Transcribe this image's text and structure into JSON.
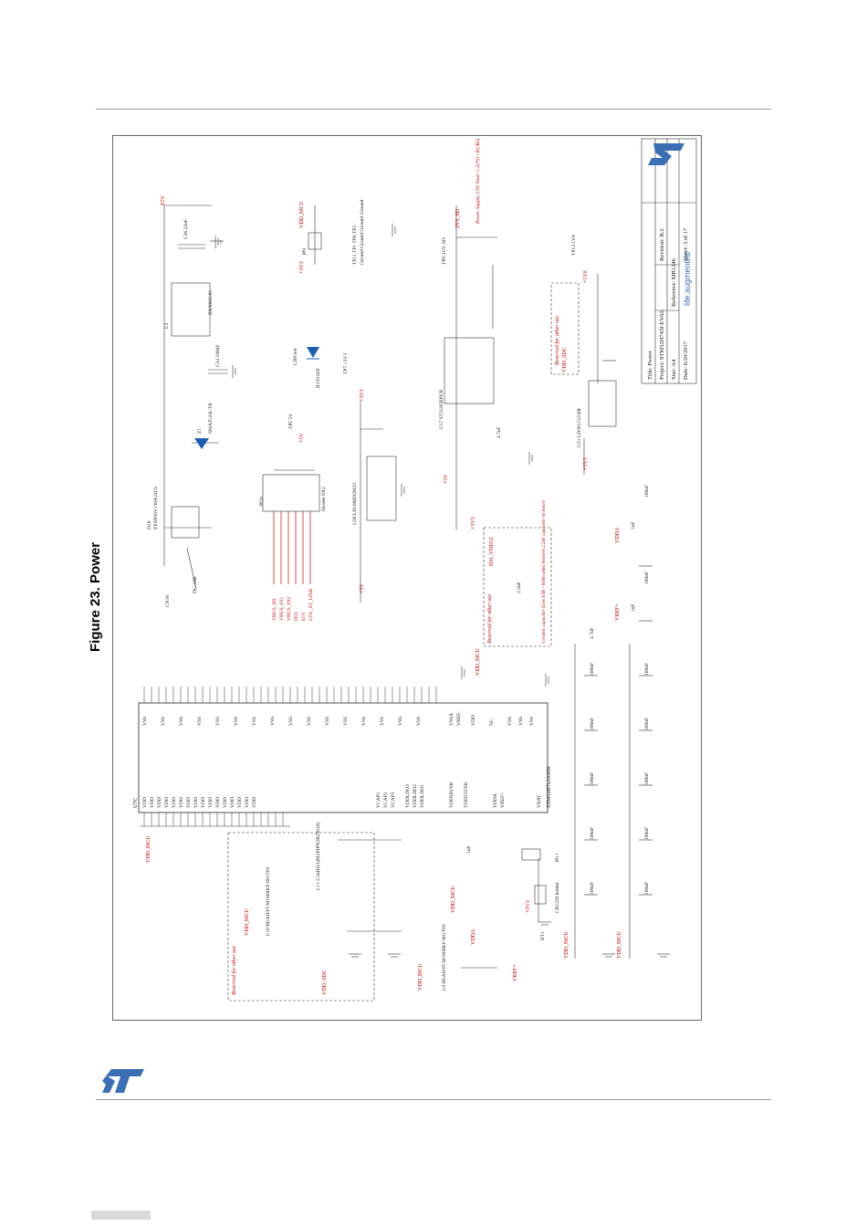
{
  "figure_title": "Figure 23. Power",
  "title_block": {
    "title": "Title: Power",
    "project": "Project: STM32H743I-EVAL",
    "revision": "Revision: B.2",
    "size": "Size: A4",
    "reference": "Reference: MB1246",
    "date": "Date: 6/20/2017",
    "sheet": "Sheet: 3 of 17",
    "tagline": "life.augmented"
  },
  "mcu": {
    "ref": "U7C",
    "part": "STM32H7x3XIH6",
    "vdd_pins": [
      "VDD",
      "VDD",
      "VDD",
      "VDD",
      "VDD",
      "VDD",
      "VDD",
      "VDD",
      "VDD",
      "VDD",
      "VDD",
      "VDD",
      "VDD",
      "VDD",
      "VDD",
      "VDD"
    ],
    "vss_label": "VSS",
    "special_pins": [
      "VCAP1",
      "VCAP2",
      "VCAP3",
      "VDDLDO3",
      "VDDLDO2",
      "VDDLDO1",
      "VDD50USB",
      "VDD33USB",
      "VDDA",
      "VREF+",
      "VBAT",
      "VSSA",
      "VREF-",
      "VDD",
      "NC"
    ]
  },
  "labels": {
    "e5v": "E5V",
    "vdd_mcu": "VDD_MCU",
    "v3v3": "+3V3",
    "v5v": "+5V",
    "vdda": "VDDA",
    "vref": "VREF+",
    "v1v8": "+1V8",
    "v2v9": "2V9_SD",
    "vdd_sdc": "VDD_SDC",
    "dsi": "DSI_VDD12",
    "reserved": "Reserved for other use",
    "ceramic_note": "Ceramic capacitor (Low ESR <600m ohm) between 2.2uF capacitor on board",
    "power_supply_note": "Power Supply 2.9V Vout=1.22*(1+R1/R2)",
    "header": "Header 6X2",
    "header_pins": [
      "VBUS_HS",
      "VBUS_FS1",
      "VBUS_FS2",
      "D5V",
      "E5V",
      "U5V_ST_LINK"
    ],
    "cn10": "CN10",
    "dc10b": "DC-10B",
    "d10": "D10",
    "d10_part": "ZEN056V130A24LS",
    "l3": "L3",
    "l3_part": "BNX002-01",
    "z1": "Z1",
    "z1_part": "SMAJ5.0A-TR",
    "c36": "C36 22uF",
    "c34": "C34 100nF",
    "ld9": "LD9 red",
    "r159": "R159 820",
    "tp5": "TP5 5V",
    "tp7": "TP7 +3V3",
    "u20": "U20 LD1086D2M33",
    "u17": "U17 ST1L05BPUR",
    "u21": "U21 LD39115J18R",
    "jp9": "JP9",
    "jp10": "JP10",
    "tp_ground": "Ground Ground Ground Ground",
    "tp_names": "TP11 TP1 TP6 TP2",
    "tp9": "TP9 2V9_SD",
    "tp12": "TP12 1V8",
    "bt1": "BT1",
    "bt1_part": "CR1220 holder",
    "jp11": "JP11",
    "l10": "L10 BEAD/FCM1608KF-601T03",
    "l9": "L9 BEAD/FCM1608KF-601T03",
    "l11": "L11 2.2uH(LQM2MPN2R2NG0)",
    "cap_100nf": "100nF",
    "cap_1uf": "1uF",
    "cap_22uf": "2.2uF",
    "cap_47uf": "4.7uF"
  }
}
